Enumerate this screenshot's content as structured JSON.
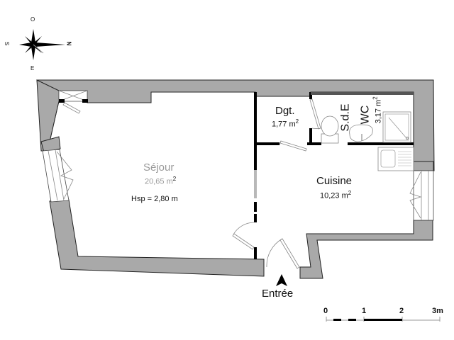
{
  "compass": {
    "north": "N",
    "south": "S",
    "east": "E",
    "west": "O"
  },
  "rooms": [
    {
      "name": "Séjour",
      "area": "20,65 m",
      "area_sup": "2",
      "height_note": "Hsp = 2,80 m"
    },
    {
      "name": "Dgt.",
      "area": "1,77 m",
      "area_sup": "2"
    },
    {
      "name": "S.d.E",
      "name2": "WC",
      "area": "3,17 m",
      "area_sup": "2"
    },
    {
      "name": "Cuisine",
      "area": "10,23 m",
      "area_sup": "2"
    }
  ],
  "entrance": {
    "label": "Entrée"
  },
  "scale_bar": {
    "ticks": [
      "0",
      "1",
      "2",
      "3m"
    ]
  },
  "colors": {
    "wall_fill": "#a9a9a9",
    "partition": "#000000",
    "background": "#ffffff"
  }
}
